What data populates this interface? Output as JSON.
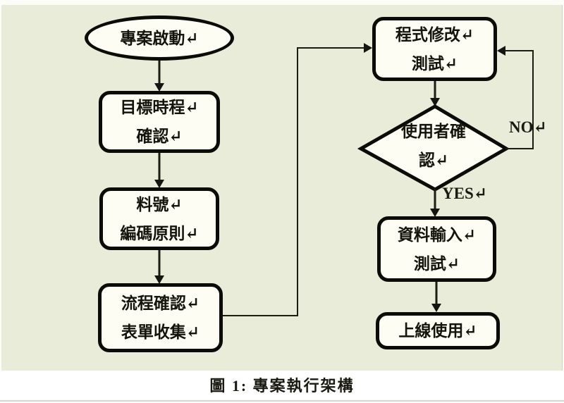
{
  "figure": {
    "caption": "圖 1: 專案執行架構"
  },
  "flowchart": {
    "nodes": {
      "start": {
        "shape": "oval",
        "lines": [
          "專案啟動↵"
        ]
      },
      "schedule": {
        "shape": "rect",
        "lines": [
          "目標時程↵",
          "確認↵"
        ]
      },
      "partno": {
        "shape": "rect",
        "lines": [
          "料號↵",
          "編碼原則↵"
        ]
      },
      "process": {
        "shape": "rect",
        "lines": [
          "流程確認↵",
          "表單收集↵"
        ]
      },
      "modify": {
        "shape": "rect",
        "lines": [
          "程式修改↵",
          "測試↵"
        ]
      },
      "confirm": {
        "shape": "diamond",
        "lines": [
          "使用者確",
          "認↵"
        ]
      },
      "input": {
        "shape": "rect",
        "lines": [
          "資料輸入↵",
          "測試↵"
        ]
      },
      "golive": {
        "shape": "rect",
        "lines": [
          "上線使用↵"
        ]
      }
    },
    "edge_labels": {
      "no": "NO↵",
      "yes": "YES↵"
    }
  },
  "colors": {
    "canvas_background": "#e9ecd8",
    "node_fill": "#fdfdf4",
    "node_border": "#0b0b07",
    "connector": "#1c1c12",
    "caption_background": "#ffffff",
    "bottom_rule": "#d6d6d6"
  }
}
